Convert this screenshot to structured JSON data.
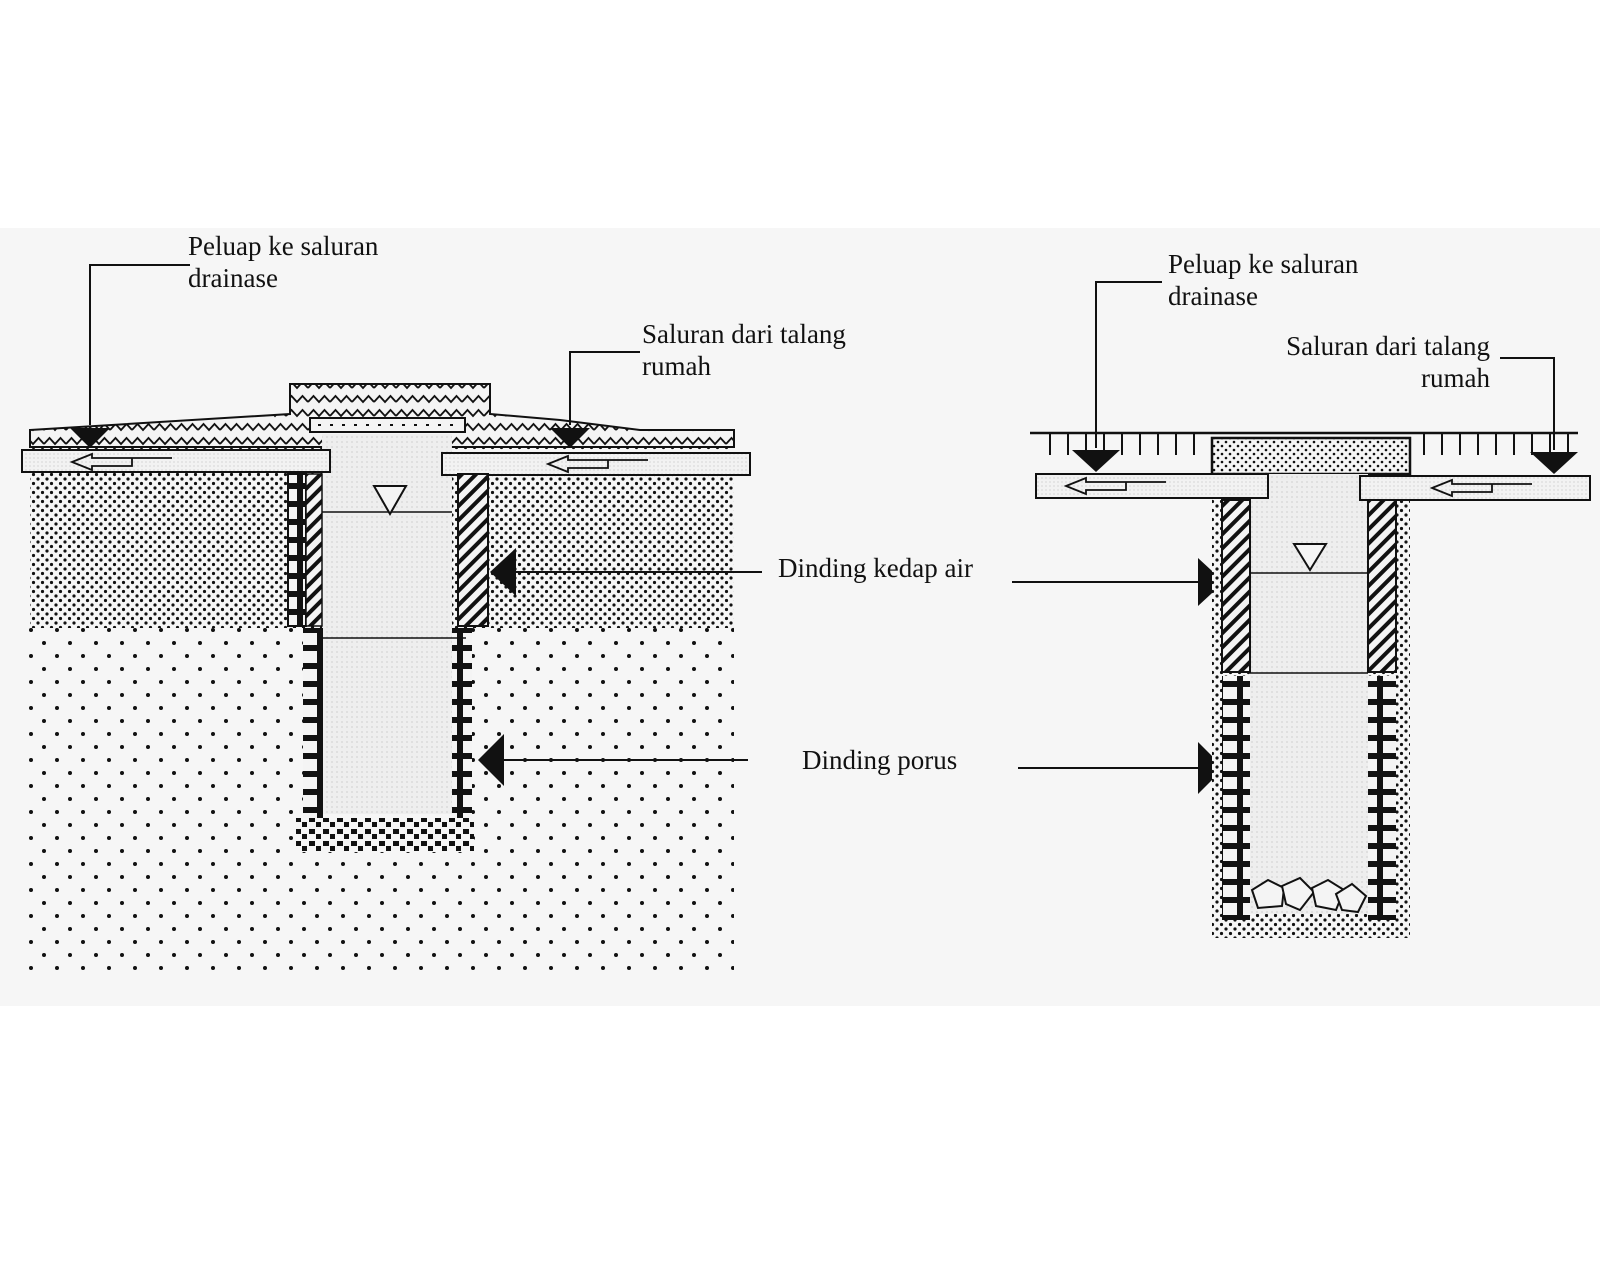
{
  "left_diagram": {
    "overflow_label": {
      "line1": "Peluap ke saluran",
      "line2": "drainase"
    },
    "roof_channel_label": {
      "line1": "Saluran dari talang",
      "line2": "rumah"
    }
  },
  "right_diagram": {
    "overflow_label": {
      "line1": "Peluap ke saluran",
      "line2": "drainase"
    },
    "roof_channel_label": {
      "line1": "Saluran dari talang",
      "line2": "rumah"
    }
  },
  "shared_labels": {
    "watertight_wall": "Dinding kedap air",
    "porous_wall": "Dinding porus"
  },
  "colors": {
    "ink": "#111111",
    "panel": "#f6f6f6",
    "fill": "#eeeeee"
  }
}
